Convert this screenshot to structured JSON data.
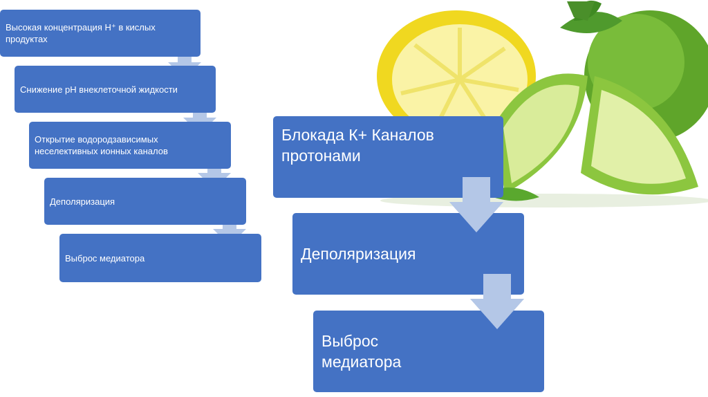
{
  "left_chain": [
    {
      "text": "Высокая концентрация Н⁺ в кислых продуктах"
    },
    {
      "text": "Снижение рН внеклеточной жидкости"
    },
    {
      "text": "Открытие водородзависимых неселективных ионных каналов"
    },
    {
      "text": "Деполяризация"
    },
    {
      "text": "Выброс медиатора"
    }
  ],
  "right_chain": [
    {
      "text": "Блокада К+ Каналов протонами"
    },
    {
      "text": "Деполяризация"
    },
    {
      "text": "Выброс медиатора"
    }
  ],
  "colors": {
    "box": "#4472c4",
    "arrow": "#b4c7e7",
    "lemon": "#f5e13a",
    "lime": "#8cc63f"
  },
  "image": {
    "icon": "lemon-lime-photo"
  }
}
